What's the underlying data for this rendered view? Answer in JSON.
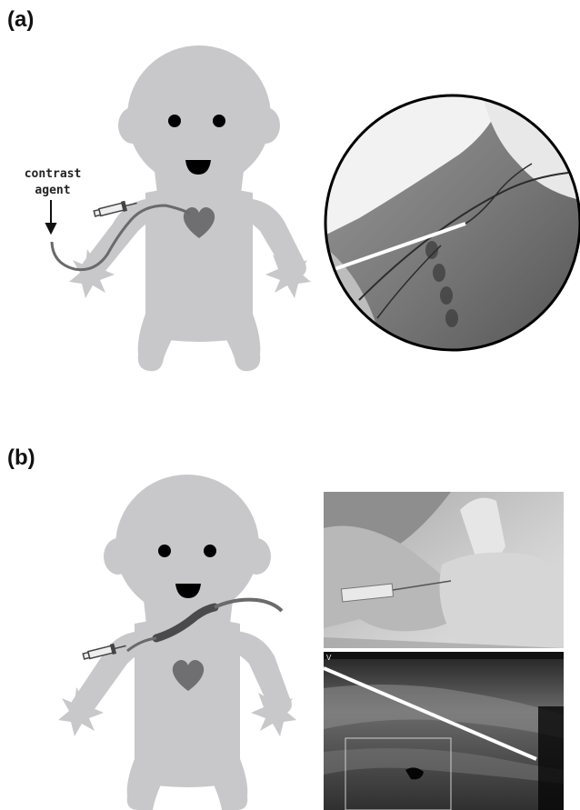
{
  "panels": {
    "a": {
      "label": "(a)",
      "annotation_line1": "contrast",
      "annotation_line2": "agent"
    },
    "b": {
      "label": "(b)",
      "ultrasound_mark": "V"
    }
  },
  "colors": {
    "body": "#c8c8ca",
    "heart": "#6f6f71",
    "tube": "#6a6a6a",
    "catheter_dark": "#4a4a4c",
    "needle": "#ffffff",
    "text": "#111111"
  },
  "icons": [
    "baby-figure",
    "heart-icon",
    "syringe-icon",
    "arrow-down-icon",
    "catheter-line"
  ]
}
